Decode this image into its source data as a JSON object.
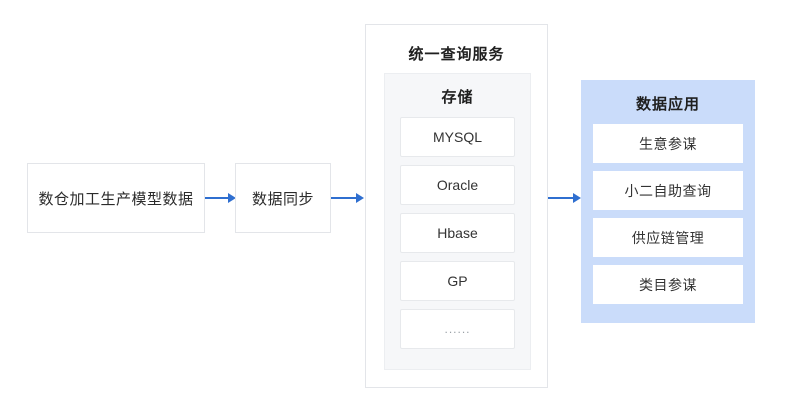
{
  "diagram": {
    "colors": {
      "arrow": "#2f6fd0",
      "apps_panel_background": "#cadcfa",
      "storage_panel_background": "#f6f7f9",
      "box_border": "#e3e5e9"
    },
    "flow_nodes": [
      {
        "id": "source",
        "label": "数仓加工生产模型数据"
      },
      {
        "id": "sync",
        "label": "数据同步"
      }
    ],
    "service_panel": {
      "title": "统一查询服务",
      "storage": {
        "title": "存储",
        "items": [
          {
            "label": "MYSQL"
          },
          {
            "label": "Oracle"
          },
          {
            "label": "Hbase"
          },
          {
            "label": "GP"
          },
          {
            "label": "......"
          }
        ]
      }
    },
    "apps_panel": {
      "title": "数据应用",
      "items": [
        {
          "label": "生意参谋"
        },
        {
          "label": "小二自助查询"
        },
        {
          "label": "供应链管理"
        },
        {
          "label": "类目参谋"
        }
      ]
    }
  }
}
